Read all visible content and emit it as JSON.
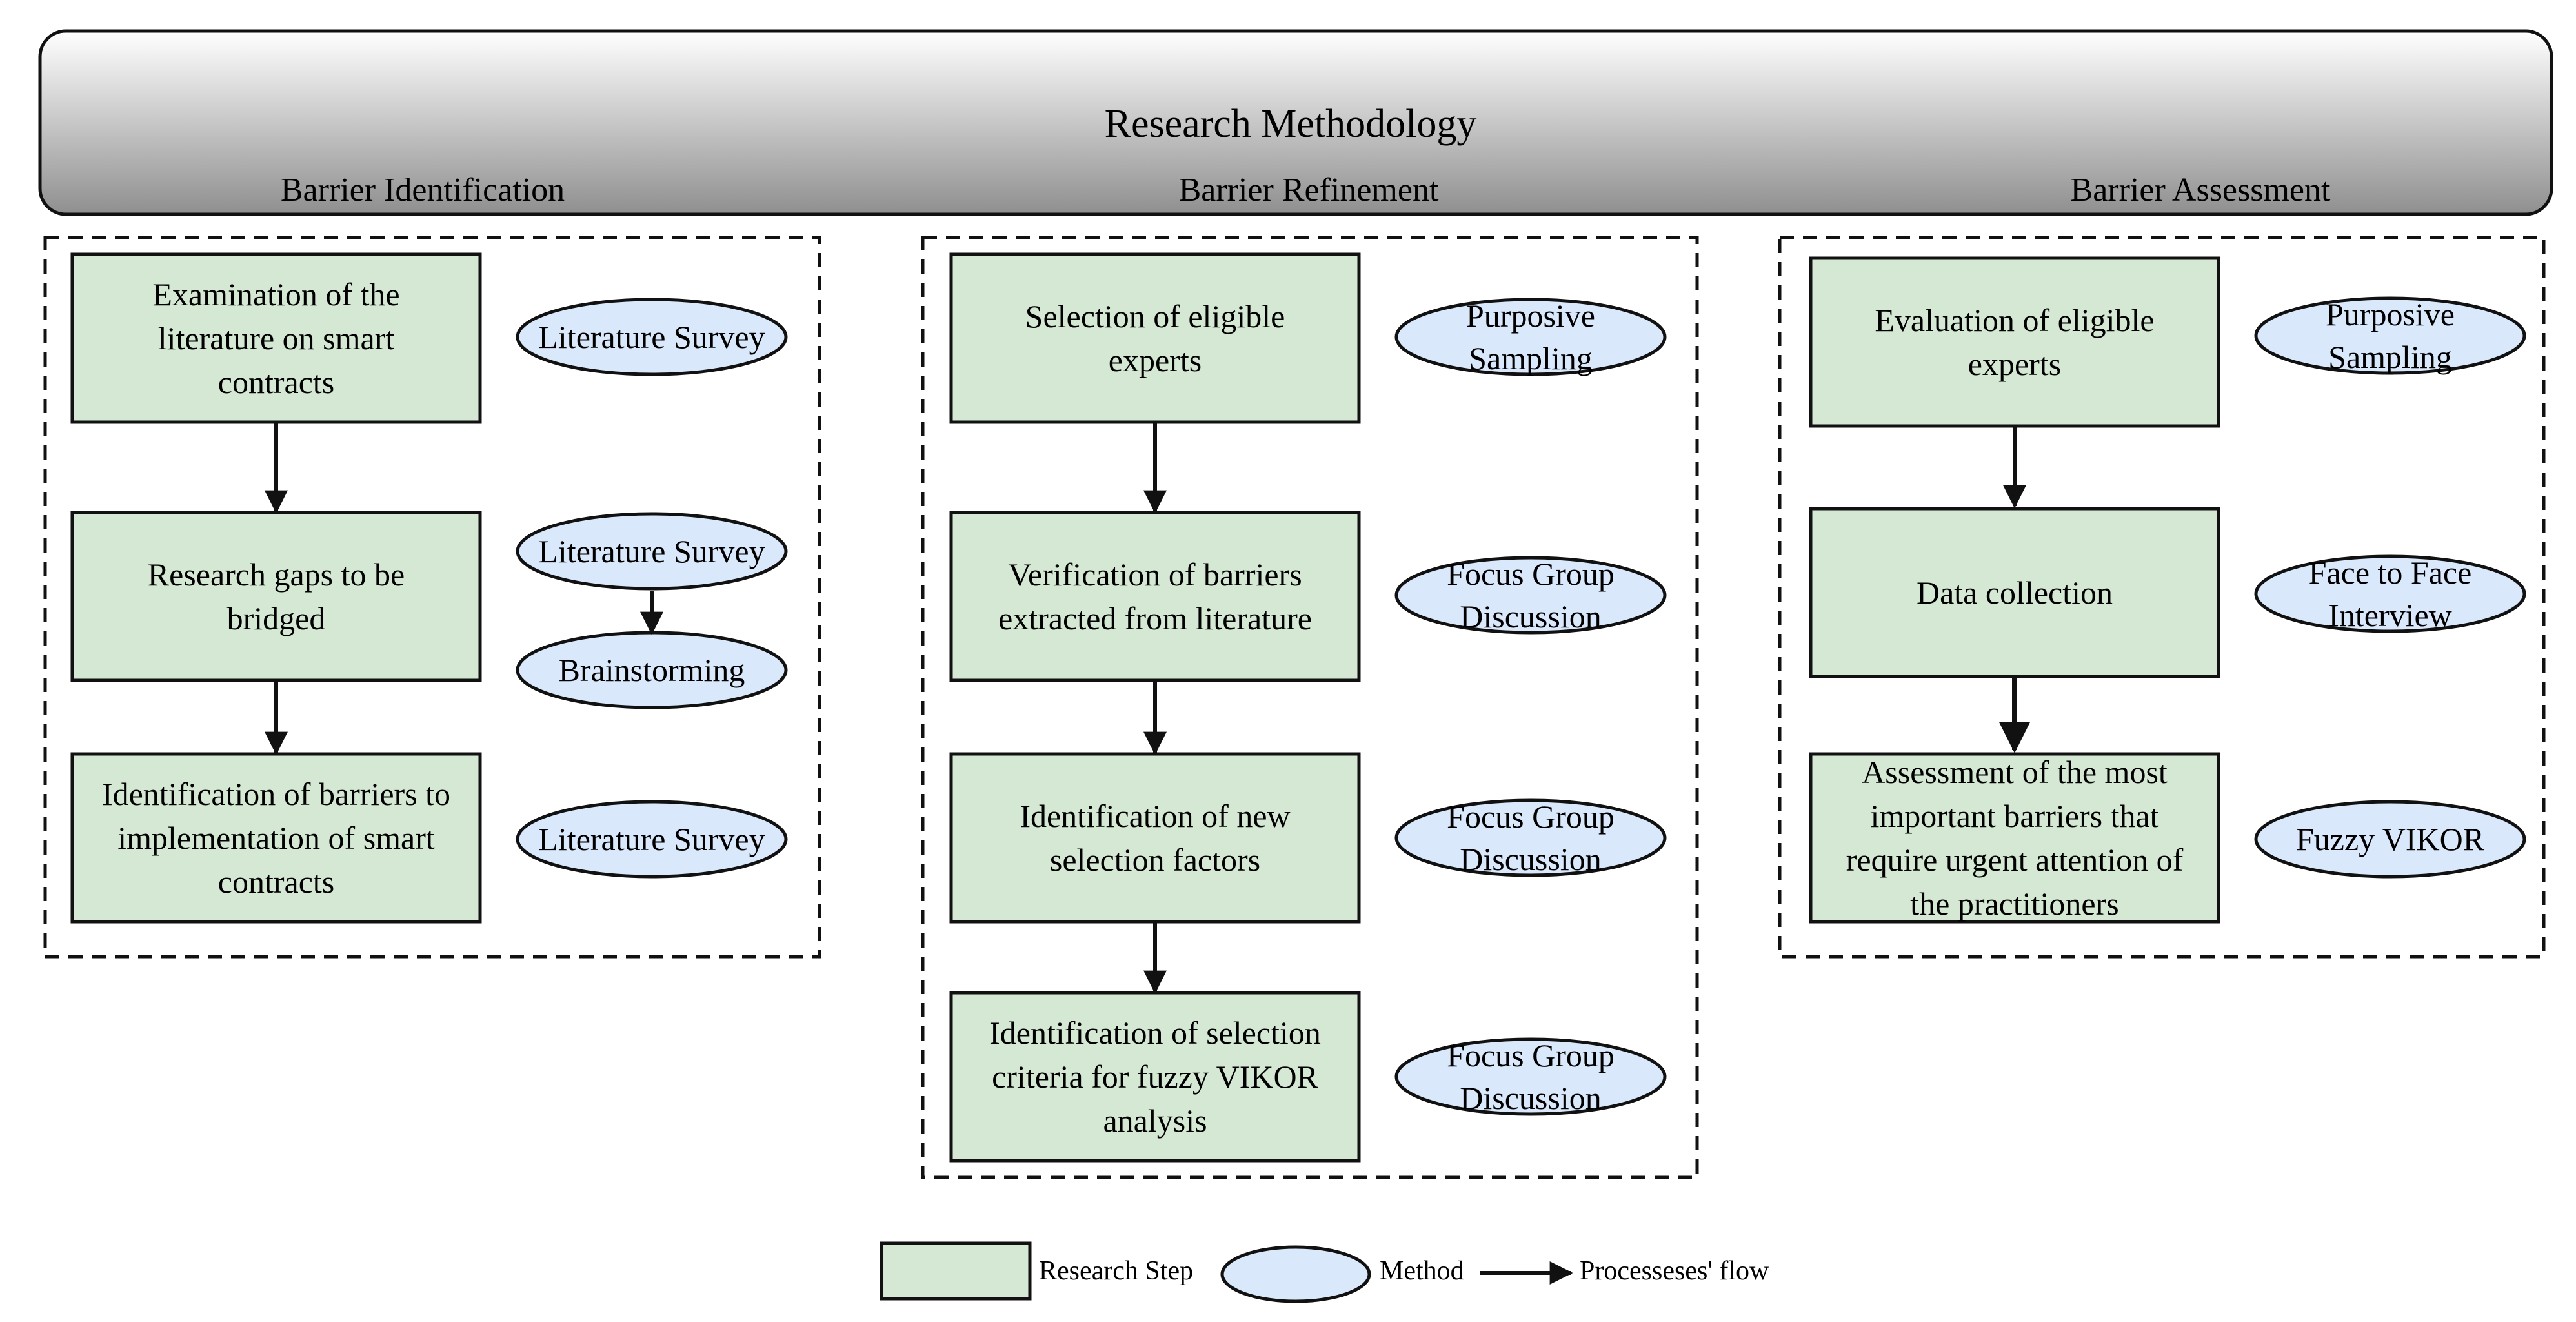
{
  "header": {
    "title": "Research Methodology"
  },
  "columns": [
    {
      "title": "Barrier Identification",
      "steps": [
        {
          "lines": [
            "Examination of the",
            "literature on smart",
            "contracts"
          ],
          "methods": [
            {
              "lines": [
                "Literature Survey"
              ]
            }
          ]
        },
        {
          "lines": [
            "Research gaps to be",
            "bridged"
          ],
          "methods": [
            {
              "lines": [
                "Literature Survey"
              ]
            },
            {
              "lines": [
                "Brainstorming"
              ]
            }
          ]
        },
        {
          "lines": [
            "Identification of barriers to",
            "implementation of smart",
            "contracts"
          ],
          "methods": [
            {
              "lines": [
                "Literature Survey"
              ]
            }
          ]
        }
      ]
    },
    {
      "title": "Barrier Refinement",
      "steps": [
        {
          "lines": [
            "Selection of eligible",
            "experts"
          ],
          "methods": [
            {
              "lines": [
                "Purposive",
                "Sampling"
              ]
            }
          ]
        },
        {
          "lines": [
            "Verification of barriers",
            "extracted from literature"
          ],
          "methods": [
            {
              "lines": [
                "Focus Group",
                "Discussion"
              ]
            }
          ]
        },
        {
          "lines": [
            "Identification of new",
            "selection factors"
          ],
          "methods": [
            {
              "lines": [
                "Focus Group",
                "Discussion"
              ]
            }
          ]
        },
        {
          "lines": [
            "Identification of selection",
            "criteria for fuzzy VIKOR",
            "analysis"
          ],
          "methods": [
            {
              "lines": [
                "Focus Group",
                "Discussion"
              ]
            }
          ]
        }
      ]
    },
    {
      "title": "Barrier Assessment",
      "steps": [
        {
          "lines": [
            "Evaluation of eligible",
            "experts"
          ],
          "methods": [
            {
              "lines": [
                "Purposive",
                "Sampling"
              ]
            }
          ]
        },
        {
          "lines": [
            "Data collection"
          ],
          "methods": [
            {
              "lines": [
                "Face to Face",
                "Interview"
              ]
            }
          ]
        },
        {
          "lines": [
            "Assessment of the most",
            "important barriers that",
            "require urgent attention of",
            "the practitioners"
          ],
          "methods": [
            {
              "lines": [
                "Fuzzy VIKOR"
              ]
            }
          ]
        }
      ]
    }
  ],
  "legend": {
    "research_step": "Research Step",
    "method": "Method",
    "flow": "Processeses' flow"
  },
  "colors": {
    "step_fill": "#d5e8d4",
    "method_fill": "#dae8fc",
    "stroke": "#111111",
    "header_gradient_top": "#ffffff",
    "header_gradient_bottom": "#8f8f8f"
  }
}
